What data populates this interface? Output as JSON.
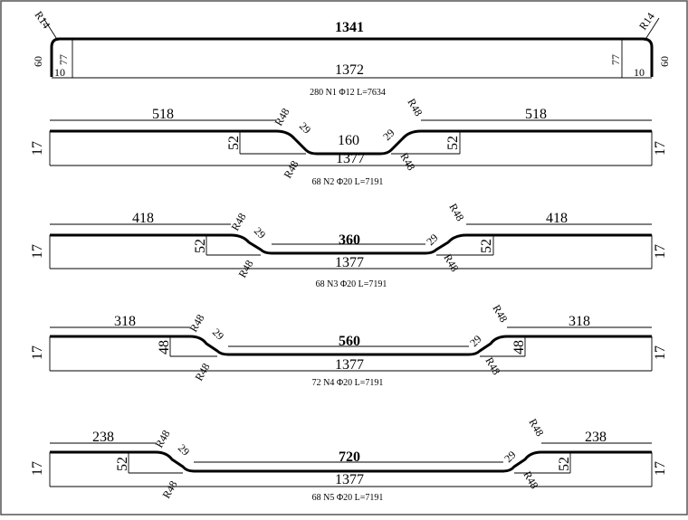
{
  "colors": {
    "background": "#ffffff",
    "frame": "#555555",
    "ink": "#000000"
  },
  "n1": {
    "top_length": "1341",
    "bottom_length": "1372",
    "radius_left": "R14",
    "radius_right": "R14",
    "hook_outer_left": "60",
    "hook_inner_left": "77",
    "hook_outer_right": "60",
    "hook_inner_right": "77",
    "base_left": "10",
    "base_right": "10",
    "caption": "280 N1 Φ12 L=7634"
  },
  "n2": {
    "left_length": "518",
    "right_length": "518",
    "center_length": "160",
    "bottom_length": "1377",
    "rise_left": "52",
    "rise_right": "52",
    "end_left": "17",
    "end_right": "17",
    "slope_left": "29",
    "slope_right": "29",
    "radius": "R48",
    "caption": "68 N2 Φ20 L=7191"
  },
  "n3": {
    "left_length": "418",
    "right_length": "418",
    "center_length": "360",
    "bottom_length": "1377",
    "rise_left": "52",
    "rise_right": "52",
    "end_left": "17",
    "end_right": "17",
    "slope_left": "29",
    "slope_right": "29",
    "radius": "R48",
    "caption": "68 N3 Φ20 L=7191"
  },
  "n4": {
    "left_length": "318",
    "right_length": "318",
    "center_length": "560",
    "bottom_length": "1377",
    "rise_left": "48",
    "rise_right": "48",
    "end_left": "17",
    "end_right": "17",
    "slope_left": "29",
    "slope_right": "29",
    "radius": "R48",
    "caption": "72 N4 Φ20 L=7191"
  },
  "n5": {
    "left_length": "238",
    "right_length": "238",
    "center_length": "720",
    "bottom_length": "1377",
    "rise_left": "52",
    "rise_right": "52",
    "end_left": "17",
    "end_right": "17",
    "slope_left": "29",
    "slope_right": "29",
    "radius": "R48",
    "caption": "68 N5 Φ20 L=7191"
  }
}
